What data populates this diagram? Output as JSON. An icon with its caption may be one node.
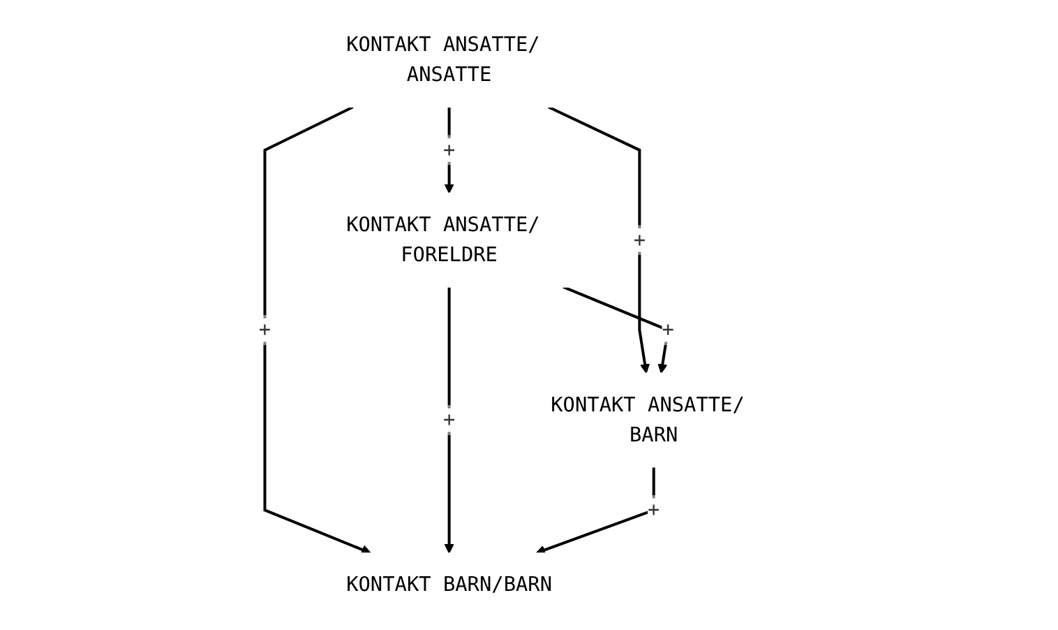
{
  "diagram": {
    "nodes": [
      {
        "text": [
          "KONTAKT ANSATTE/ ANSATTE"
        ]
      },
      {
        "text": [
          "KONTAKT ANSATTE/ FORELDRE"
        ]
      },
      {
        "text": [
          "KONTAKT ANSATTE/ BARN"
        ]
      },
      {
        "text": [
          "KONTAKT BARN/BARN"
        ]
      }
    ],
    "edges": [
      {
        "from": 0,
        "to": 1,
        "arrow": "to",
        "label": "+"
      },
      {
        "from": 0,
        "to": 2,
        "arrow": "to",
        "label": "+"
      },
      {
        "from": 0,
        "to": 3,
        "arrow": "to",
        "label": "+"
      },
      {
        "from": 1,
        "to": 2,
        "arrow": "to",
        "label": "+"
      },
      {
        "from": 1,
        "to": 3,
        "arrow": "to",
        "label": "+"
      },
      {
        "from": 2,
        "to": 3,
        "arrow": "to",
        "label": "+"
      }
    ]
  }
}
